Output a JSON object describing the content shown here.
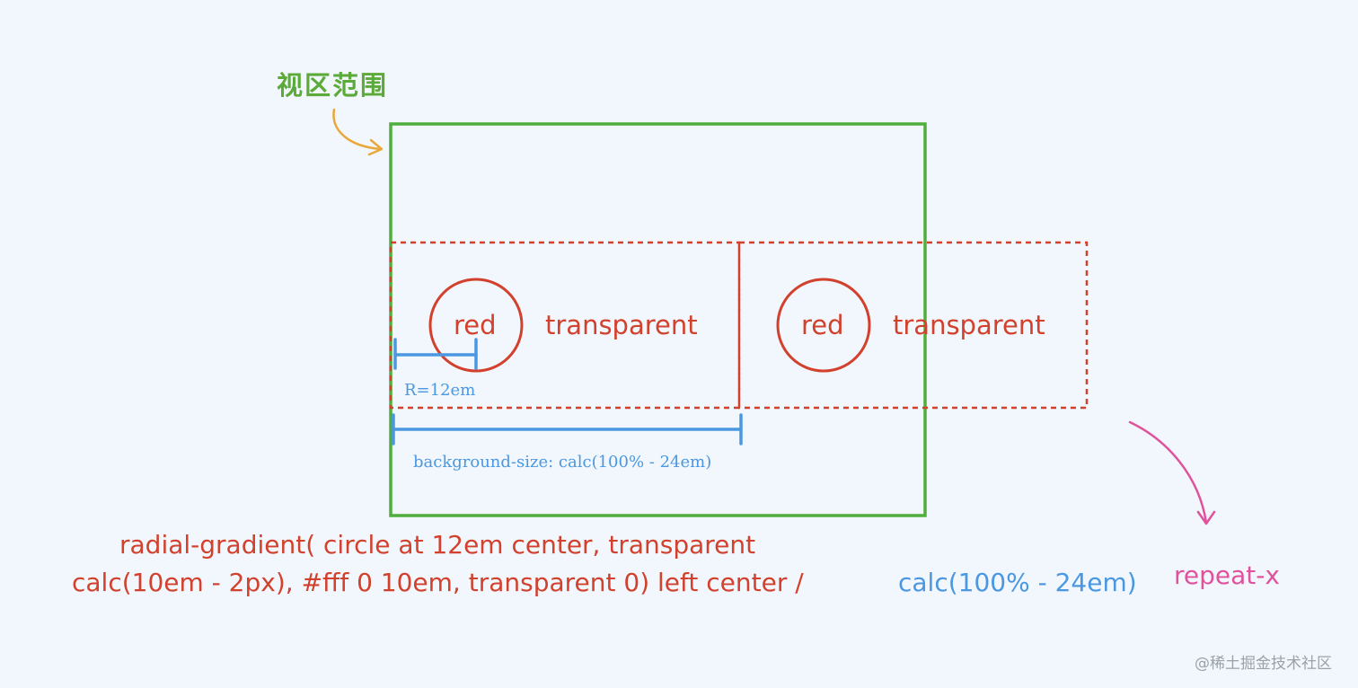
{
  "viewport_label": "视区范围",
  "tiles": [
    {
      "circle_label": "red",
      "fill_label": "transparent"
    },
    {
      "circle_label": "red",
      "fill_label": "transparent"
    }
  ],
  "radius_label": "R=12em",
  "size_label": "background-size: calc(100% - 24em)",
  "formula": {
    "line1": "radial-gradient( circle at 12em center, transparent",
    "line2": "calc(10em - 2px), #fff 0 10em, transparent 0)  left center /",
    "size_part": "calc(100% - 24em)",
    "repeat_part": "repeat-x"
  },
  "watermark": "@稀土掘金技术社区",
  "colors": {
    "viewport": "#4fae3c",
    "tile": "#d2412d",
    "measure": "#4a97e2",
    "arrow_orange": "#eaa83a",
    "arrow_pink": "#e0529c"
  }
}
